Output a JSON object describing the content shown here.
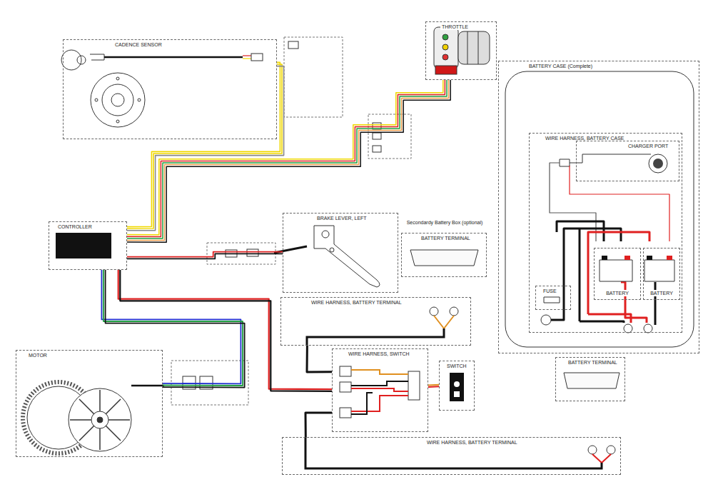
{
  "diagram": {
    "nodes": [
      {
        "text": [
          "CADENCE SENSOR"
        ]
      },
      {
        "text": [
          "THROTTLE"
        ]
      },
      {
        "text": [
          "BATTERY CASE (Complete)"
        ]
      },
      {
        "text": [
          "WIRE HARNESS, BATTERY CASE"
        ],
        "in": 2
      },
      {
        "text": [
          "CHARGER PORT"
        ],
        "in": 3
      },
      {
        "text": [
          "FUSE"
        ],
        "in": 3
      },
      {
        "text": [
          "BATTERY"
        ],
        "in": 3
      },
      {
        "text": [
          "BATTERY"
        ],
        "in": 3
      },
      {
        "text": [
          "CONTROLLER"
        ]
      },
      {
        "text": [
          "BRAKE LEVER, LEFT"
        ]
      },
      {
        "text": [
          "BATTERY TERMINAL"
        ]
      },
      {
        "text": [
          "MOTOR"
        ]
      },
      {
        "text": [
          "WIRE HARNESS, BATTERY TERMINAL"
        ]
      },
      {
        "text": [
          "WIRE HARNESS, SWITCH"
        ]
      },
      {
        "text": [
          "SWITCH"
        ]
      },
      {
        "text": [
          "WIRE HARNESS, BATTERY TERMINAL"
        ]
      },
      {
        "text": [
          "BATTERY TERMINAL"
        ]
      }
    ],
    "edges": [
      {
        "from": 8,
        "to": 0,
        "arrow": "none"
      },
      {
        "from": 8,
        "to": 1,
        "arrow": "none"
      },
      {
        "from": 8,
        "to": 9,
        "arrow": "none"
      },
      {
        "from": 8,
        "to": 11,
        "arrow": "none"
      },
      {
        "from": 8,
        "to": 13,
        "arrow": "none"
      },
      {
        "from": 12,
        "to": 13,
        "arrow": "none"
      },
      {
        "from": 15,
        "to": 13,
        "arrow": "none"
      },
      {
        "from": 13,
        "to": 14,
        "arrow": "none"
      }
    ],
    "labels": [
      "Secondardy Battery Box (optional)"
    ]
  }
}
